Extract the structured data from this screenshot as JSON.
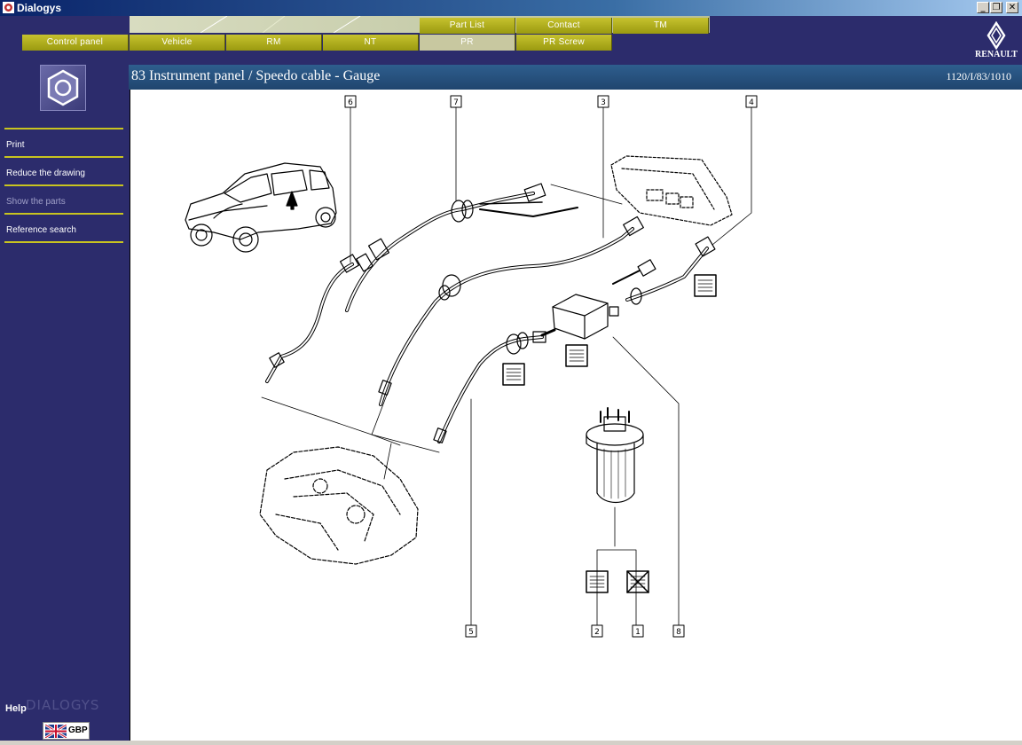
{
  "window": {
    "title": "Dialogys",
    "controls": [
      "minimize",
      "restore",
      "close"
    ]
  },
  "nav": {
    "top_row": [
      "Part List",
      "Contact",
      "TM"
    ],
    "bottom_row": [
      "Control panel",
      "Vehicle",
      "RM",
      "NT",
      "PR",
      "PR Screw"
    ],
    "active": "PR"
  },
  "brand": {
    "logo": "renault-diamond",
    "name": "RENAULT"
  },
  "sidebar": {
    "icon": "hexagon-nut-icon",
    "items": [
      {
        "label": "Print",
        "enabled": true
      },
      {
        "label": "Reduce the drawing",
        "enabled": true
      },
      {
        "label": "Show the parts",
        "enabled": false
      },
      {
        "label": "Reference search",
        "enabled": true
      }
    ],
    "help": "Help",
    "watermark": "DIALOGYS",
    "language": "GBP"
  },
  "page": {
    "title": "83 Instrument panel / Speedo cable - Gauge",
    "reference": "1120/I/83/1010"
  },
  "drawing": {
    "callouts": [
      "6",
      "7",
      "3",
      "4",
      "5",
      "2",
      "1",
      "8"
    ]
  },
  "colors": {
    "chrome": "#2c2c6c",
    "nav_button": "#b0ae1a",
    "nav_active": "#c8c8a0",
    "header_band": "#2a5584",
    "separator": "#c8c420"
  }
}
